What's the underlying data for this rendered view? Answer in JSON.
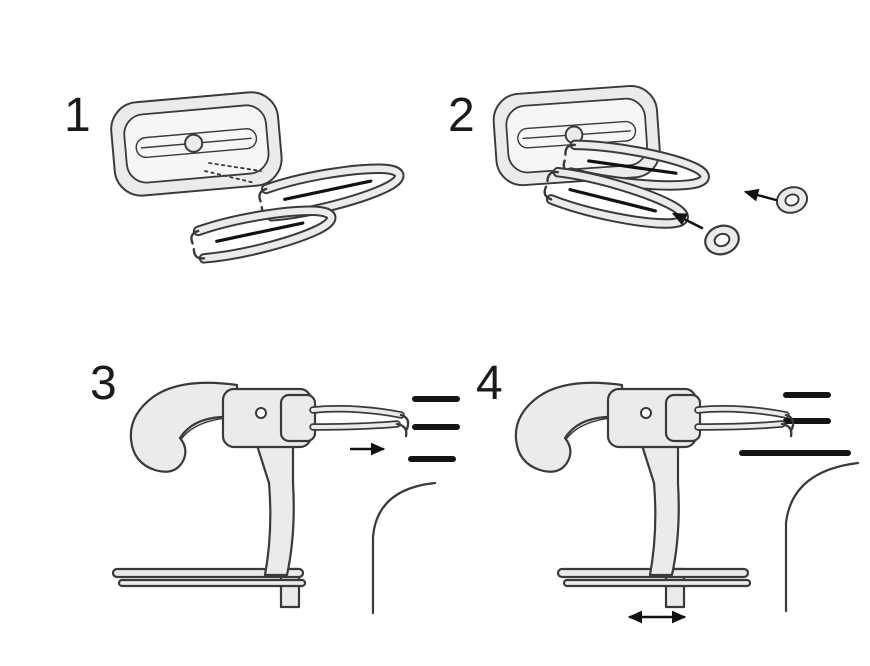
{
  "page": {
    "background": "#ffffff"
  },
  "colors": {
    "line": "#3a3a3a",
    "ink": "#111111",
    "blade": "#141414",
    "part-fill": "#ebebeb",
    "part-fill-light": "#f6f6f6",
    "white": "#ffffff"
  },
  "steps": [
    {
      "number": "1",
      "parts": [
        "vent-mount",
        "spring-clip",
        "spring-clip",
        "alignment-dotted-lines"
      ]
    },
    {
      "number": "2",
      "parts": [
        "vent-mount-with-clips",
        "washer",
        "washer",
        "insert-arrows"
      ]
    },
    {
      "number": "3",
      "parts": [
        "holder-hook",
        "vent-blades",
        "push-arrow",
        "vent-housing-edge",
        "base-tray"
      ]
    },
    {
      "number": "4",
      "parts": [
        "holder-hook-mounted",
        "vent-blades",
        "slide-arrow",
        "vent-housing-edge",
        "base-tray"
      ]
    }
  ]
}
